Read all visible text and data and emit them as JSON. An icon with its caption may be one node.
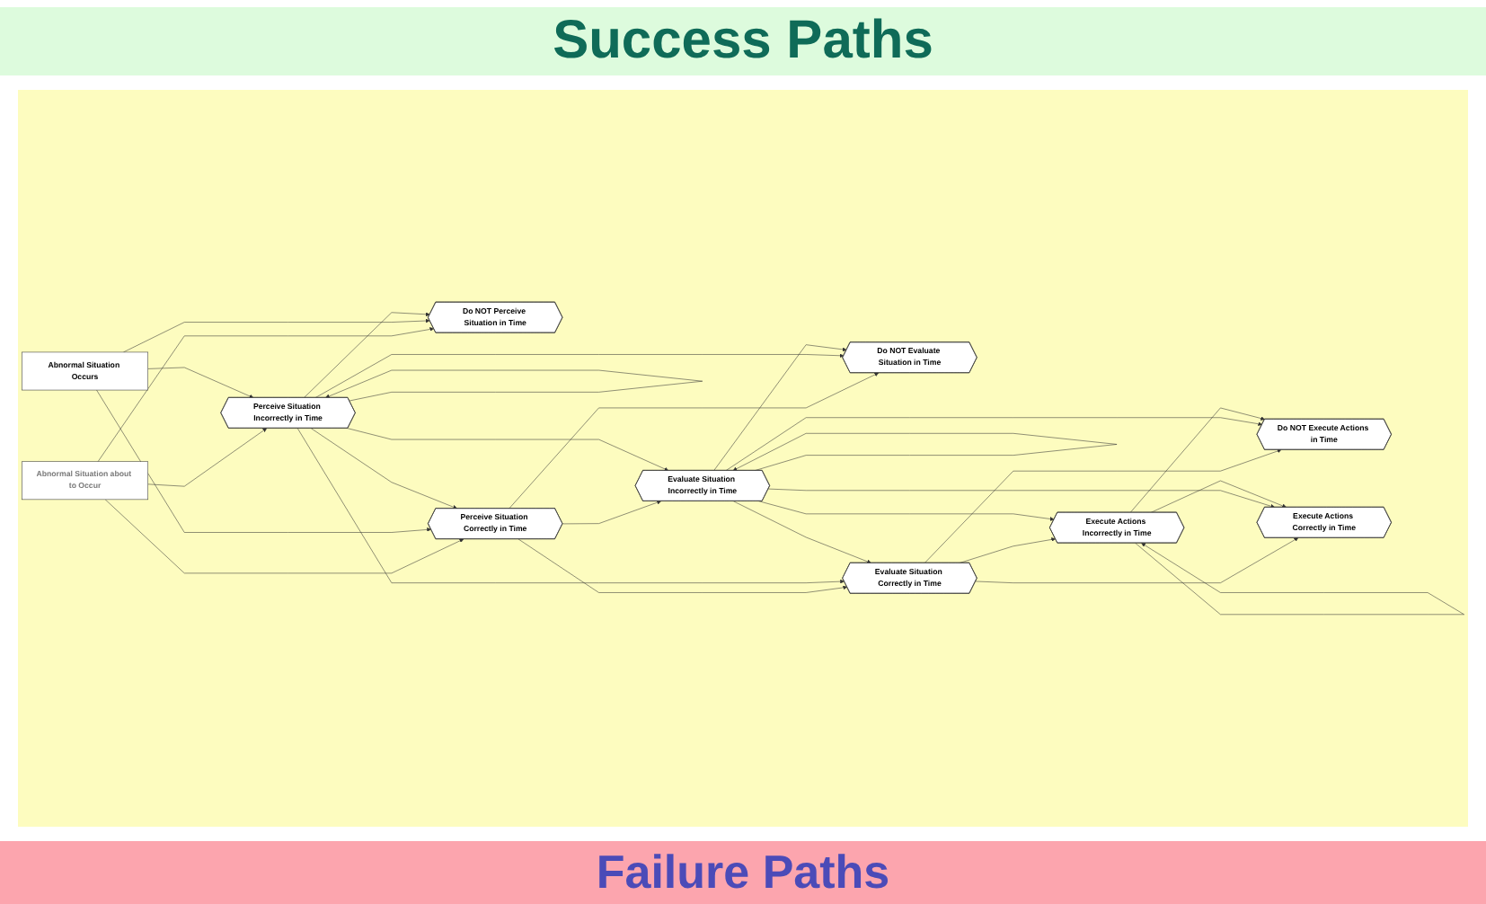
{
  "diagram": {
    "title": "Success Paths",
    "nodes": [
      {
        "text": [
          "Abnormal Situation about to Occur"
        ]
      },
      {
        "text": [
          "Abnormal Situation Occurs"
        ]
      },
      {
        "text": [
          "Perceive Situation Correctly in Time"
        ]
      },
      {
        "text": [
          "Perceive Situation Incorrectly in Time"
        ]
      },
      {
        "text": [
          "Do NOT Perceive Situation in Time"
        ]
      },
      {
        "text": [
          "Evaluate Situation Correctly in Time"
        ]
      },
      {
        "text": [
          "Evaluate Situation Incorrectly in Time"
        ]
      },
      {
        "text": [
          "Do NOT Evaluate Situation in Time"
        ]
      },
      {
        "text": [
          "Execute Actions Correctly in Time"
        ]
      },
      {
        "text": [
          "Execute Actions Incorrectly in Time"
        ]
      },
      {
        "text": [
          "Do NOT Execute Actions in Time"
        ]
      }
    ],
    "edges": [
      {
        "from": 0,
        "to": 2,
        "arrow": "to"
      },
      {
        "from": 0,
        "to": 3,
        "arrow": "to"
      },
      {
        "from": 0,
        "to": 4,
        "arrow": "to"
      },
      {
        "from": 1,
        "to": 2,
        "arrow": "to"
      },
      {
        "from": 1,
        "to": 3,
        "arrow": "to"
      },
      {
        "from": 1,
        "to": 4,
        "arrow": "to"
      },
      {
        "from": 3,
        "to": 2,
        "arrow": "to"
      },
      {
        "from": 3,
        "to": 3,
        "arrow": "to"
      },
      {
        "from": 3,
        "to": 4,
        "arrow": "to"
      },
      {
        "from": 2,
        "to": 5,
        "arrow": "to"
      },
      {
        "from": 2,
        "to": 6,
        "arrow": "to"
      },
      {
        "from": 2,
        "to": 7,
        "arrow": "to"
      },
      {
        "from": 3,
        "to": 5,
        "arrow": "to"
      },
      {
        "from": 3,
        "to": 6,
        "arrow": "to"
      },
      {
        "from": 3,
        "to": 7,
        "arrow": "to"
      },
      {
        "from": 6,
        "to": 5,
        "arrow": "to"
      },
      {
        "from": 6,
        "to": 6,
        "arrow": "to"
      },
      {
        "from": 6,
        "to": 7,
        "arrow": "to"
      },
      {
        "from": 5,
        "to": 8,
        "arrow": "to"
      },
      {
        "from": 5,
        "to": 9,
        "arrow": "to"
      },
      {
        "from": 5,
        "to": 10,
        "arrow": "to"
      },
      {
        "from": 6,
        "to": 8,
        "arrow": "to"
      },
      {
        "from": 6,
        "to": 9,
        "arrow": "to"
      },
      {
        "from": 6,
        "to": 10,
        "arrow": "to"
      },
      {
        "from": 9,
        "to": 8,
        "arrow": "to"
      },
      {
        "from": 9,
        "to": 9,
        "arrow": "to"
      },
      {
        "from": 9,
        "to": 10,
        "arrow": "to"
      }
    ],
    "labels": [
      "Failure Paths"
    ]
  }
}
